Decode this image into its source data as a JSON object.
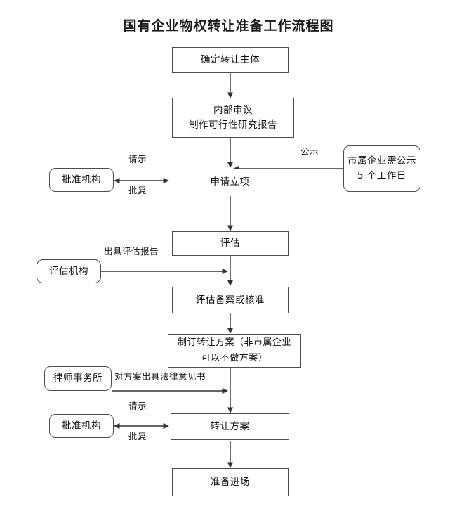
{
  "title": "国有企业物权转让准备工作流程图",
  "nodes": {
    "confirm_subject": {
      "label": "确定转让主体"
    },
    "internal_review": {
      "line1": "内部审议",
      "line2": "制作可行性研究报告"
    },
    "approval_org_top": {
      "label": "批准机构"
    },
    "apply_project": {
      "label": "申请立项"
    },
    "public_notice": {
      "line1": "市属企业需公示",
      "line2": "5 个工作日"
    },
    "appraisal": {
      "label": "评估"
    },
    "appraisal_org": {
      "label": "评估机构"
    },
    "appraisal_record": {
      "label": "评估备案或核准"
    },
    "draft_plan": {
      "line1": "制订转让方案（非市属企业",
      "line2": "可以不做方案）"
    },
    "law_firm": {
      "label": "律师事务所"
    },
    "approval_org_bottom": {
      "label": "批准机构"
    },
    "transfer_plan": {
      "label": "转让方案"
    },
    "prepare_entry": {
      "label": "准备进场"
    }
  },
  "edge_labels": {
    "request_top": "请示",
    "reply_top": "批复",
    "public_notice_label": "公示",
    "issue_appraisal_report": "出具评估报告",
    "legal_opinion": "对方案出具法律意见书",
    "request_bottom": "请示",
    "reply_bottom": "批复"
  },
  "style": {
    "line_color": "#4d4d4d",
    "text_color": "#111111",
    "background": "#ffffff"
  }
}
